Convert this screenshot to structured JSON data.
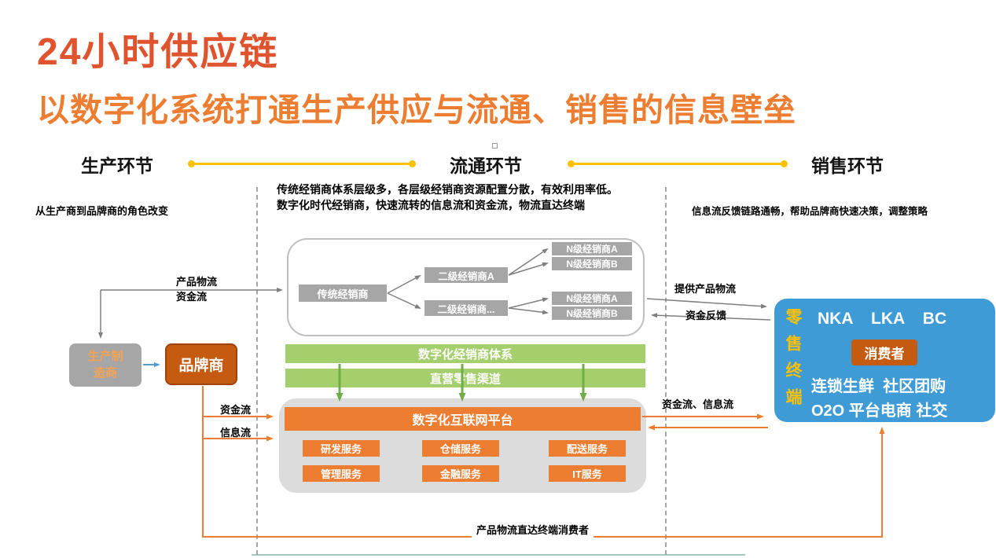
{
  "header": {
    "title": "24小时供应链",
    "subtitle": "以数字化系统打通生产供应与流通、销售的信息壁垒"
  },
  "stages": {
    "production": "生产环节",
    "circulation": "流通环节",
    "sales": "销售环节"
  },
  "notes": {
    "production": "从生产商到品牌商的角色改变",
    "circulation_1": "传统经销商体系层级多，各层级经销商资源配置分散，有效利用率低。",
    "circulation_2": "数字化时代经销商，快速流转的信息流和资金流，物流直达终端",
    "sales": "信息流反馈链路通畅，帮助品牌商快速决策，调整策略"
  },
  "production_flow": {
    "producer": "生产制造商",
    "brand": "品牌商"
  },
  "traditional_tree": {
    "root": "传统经销商",
    "level2_a": "二级经销商A",
    "level2_b": "二级经销商...",
    "group1_a": "N级经销商A",
    "group1_b": "N级经销商B",
    "group2_a": "N级经销商A",
    "group2_b": "N级经销商B"
  },
  "digital_system": {
    "dealer_system": "数字化经销商体系",
    "direct_retail": "直营零售渠道",
    "platform": "数字化互联网平台",
    "services": [
      "研发服务",
      "仓储服务",
      "配送服务",
      "管理服务",
      "金融服务",
      "IT服务"
    ]
  },
  "retail_terminal": {
    "vertical_label": "零售终端",
    "channels_1": "NKA    LKA    BC",
    "consumer": "消费者",
    "channels_2": "连锁生鲜  社区团购",
    "channels_3": "O2O 平台电商 社交"
  },
  "flow_labels": {
    "product_logistics": "产品物流",
    "capital": "资金流",
    "provide_logistics": "提供产品物流",
    "capital_feedback": "资金反馈",
    "capital_info": "资金流、信息流",
    "capital_left": "资金流",
    "info_left": "信息流",
    "bottom_flow": "产品物流直达终端消费者"
  },
  "colors": {
    "title": "#E0532F",
    "subtitle": "#ED7D31",
    "accent_yellow": "#FFC000",
    "green_bar": "#A5CF6D",
    "green_arrow": "#70AD47",
    "orange": "#ED7D31",
    "dark_orange": "#C55A11",
    "gray_box": "#A6A6A6",
    "blue_panel": "#3E9BD6"
  }
}
